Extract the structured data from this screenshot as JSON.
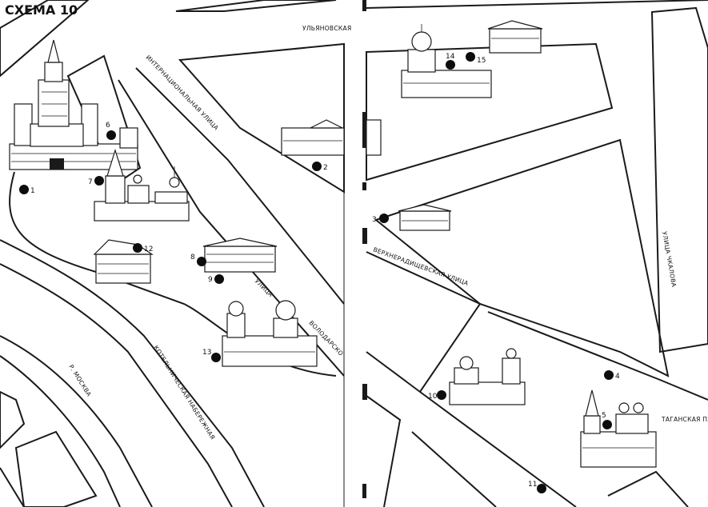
{
  "title": "СХЕМА 10",
  "streets": {
    "ulyanovskaya": "УЛЬЯНОВСКАЯ",
    "internatsionalnaya": "ИНТЕРНАЦИОНАЛЬНАЯ УЛИЦА",
    "ulitsa_volodarskogo_1": "УЛИЦА",
    "ulitsa_volodarskogo_2": "ВОЛОДАРСКО",
    "moskva_river": "Р. МОСКВА",
    "kotelnicheskaya": "КОТЕЛЬНИЧЕСКАЯ НАБЕРЕЖНАЯ",
    "verkhneradishchevskaya": "ВЕРХНЕРАДИЩЕВСКАЯ УЛИЦА",
    "chkalova": "УЛИЦА ЧКАЛОВА",
    "taganskaya": "ТАГАНСКАЯ ПЛОЩАДЬ"
  },
  "markers": [
    {
      "id": "1",
      "label": "1"
    },
    {
      "id": "2",
      "label": "2"
    },
    {
      "id": "3",
      "label": "3"
    },
    {
      "id": "4",
      "label": "4"
    },
    {
      "id": "5",
      "label": "5"
    },
    {
      "id": "6",
      "label": "6"
    },
    {
      "id": "7",
      "label": "7"
    },
    {
      "id": "8",
      "label": "8"
    },
    {
      "id": "9",
      "label": "9"
    },
    {
      "id": "10",
      "label": "10"
    },
    {
      "id": "11",
      "label": "11"
    },
    {
      "id": "12",
      "label": "12"
    },
    {
      "id": "13",
      "label": "13"
    },
    {
      "id": "14",
      "label": "14"
    },
    {
      "id": "15",
      "label": "15"
    }
  ]
}
